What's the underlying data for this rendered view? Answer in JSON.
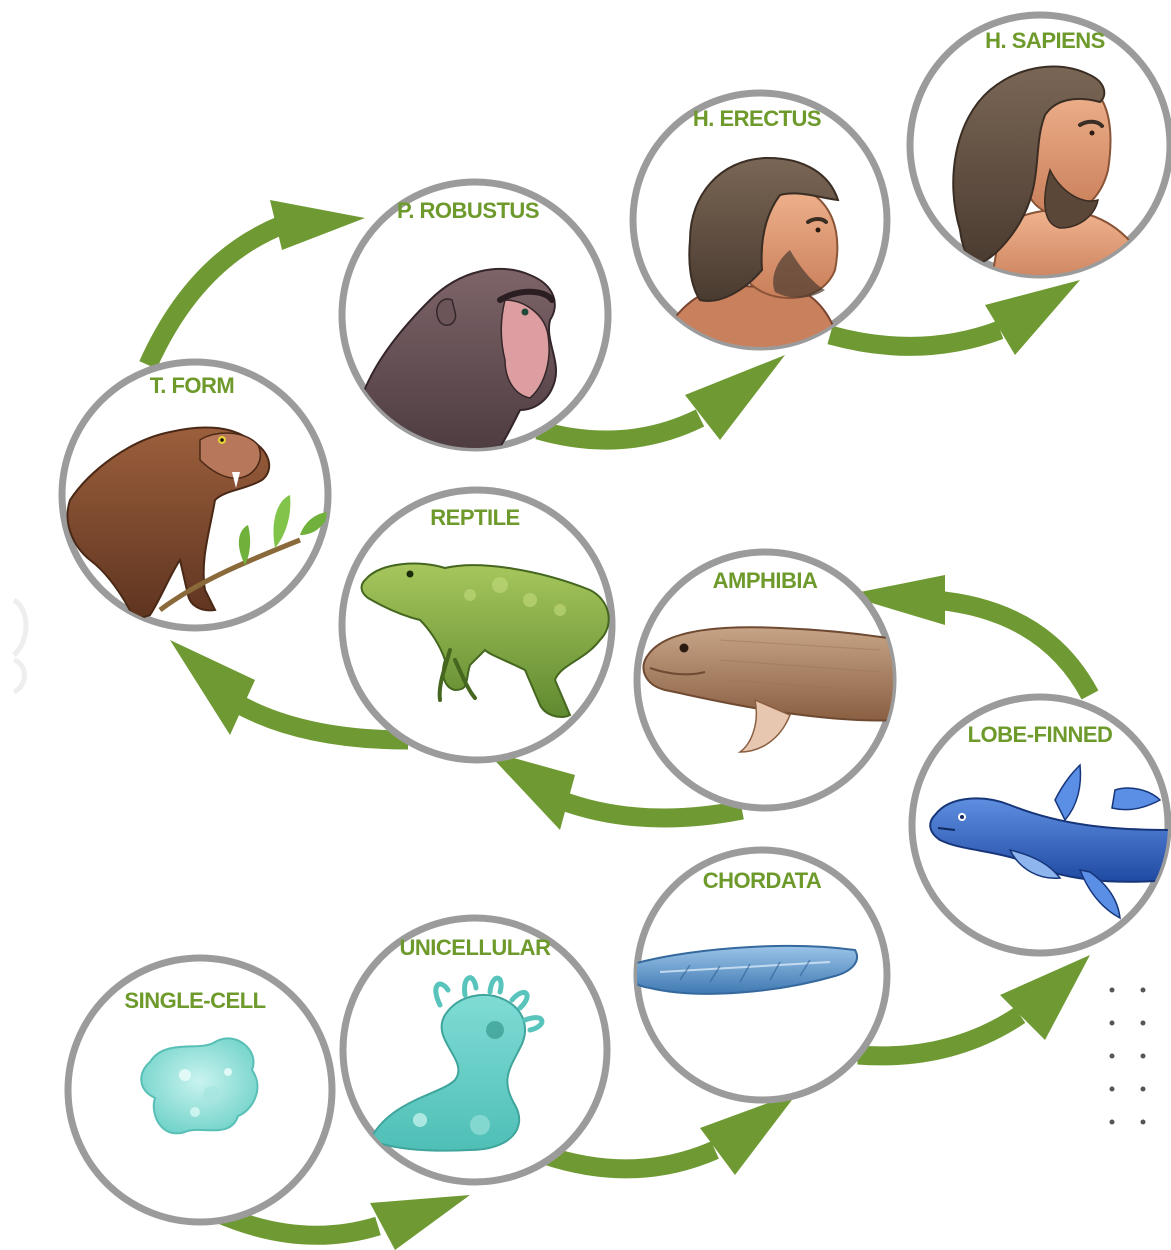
{
  "diagram": {
    "stages": [
      {
        "id": "single-cell",
        "label": "SINGLE-CELL",
        "icon": "amoeba-illustration"
      },
      {
        "id": "unicellular",
        "label": "UNICELLULAR",
        "icon": "splash-organism-illustration"
      },
      {
        "id": "chordata",
        "label": "CHORDATA",
        "icon": "lancelet-illustration"
      },
      {
        "id": "lobe-finned",
        "label": "LOBE-FINNED",
        "icon": "coelacanth-fish-illustration"
      },
      {
        "id": "amphibia",
        "label": "AMPHIBIA",
        "icon": "amphibian-fish-illustration"
      },
      {
        "id": "reptile",
        "label": "REPTILE",
        "icon": "lizard-illustration"
      },
      {
        "id": "t-form",
        "label": "T. FORM",
        "icon": "early-mammal-illustration"
      },
      {
        "id": "p-robustus",
        "label": "P. ROBUSTUS",
        "icon": "ape-head-illustration"
      },
      {
        "id": "h-erectus",
        "label": "H. ERECTUS",
        "icon": "early-human-head-illustration"
      },
      {
        "id": "h-sapiens",
        "label": "H. SAPIENS",
        "icon": "modern-human-head-illustration"
      }
    ],
    "colors": {
      "label": "#6e9a2c",
      "arrow": "#6f9a33",
      "ring": "#9b9b9b"
    }
  }
}
